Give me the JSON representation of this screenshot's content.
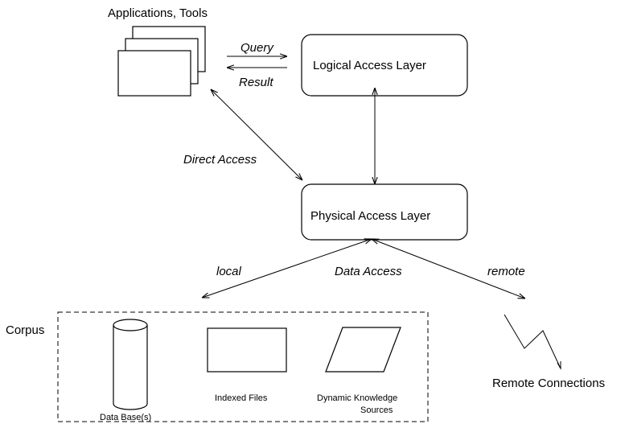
{
  "apps_label": "Applications, Tools",
  "query_label": "Query",
  "result_label": "Result",
  "logical_layer": "Logical Access Layer",
  "direct_access": "Direct Access",
  "physical_layer": "Physical Access Layer",
  "local_label": "local",
  "data_access": "Data Access",
  "remote_label": "remote",
  "corpus_label": "Corpus",
  "databases_label": "Data Base(s)",
  "indexed_files_label": "Indexed Files",
  "dynamic_sources_line1": "Dynamic Knowledge",
  "dynamic_sources_line2": "Sources",
  "remote_connections": "Remote Connections"
}
